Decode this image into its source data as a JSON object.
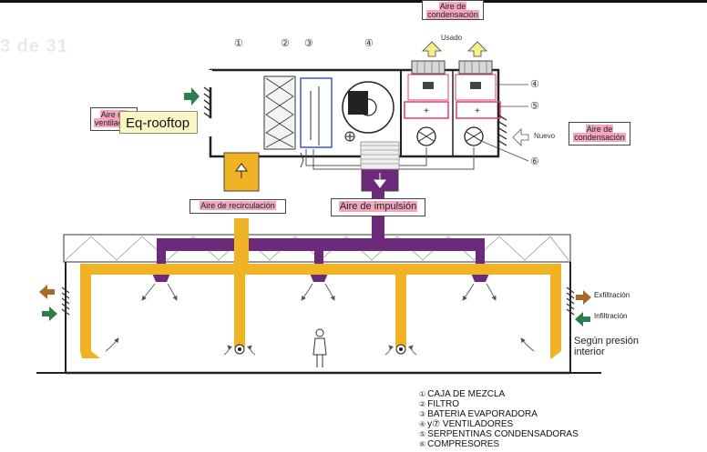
{
  "slide": {
    "counter": "3 de 31"
  },
  "tooltip": {
    "text": "Eq-rooftop"
  },
  "labels": {
    "top_condensacion": [
      "Aire de",
      "condensación"
    ],
    "usado": "Usado",
    "nuevo": "Nuevo",
    "right_condensacion": [
      "Aire de",
      "condensación"
    ],
    "aire_ventilacion": [
      "Aire de",
      "ventilación"
    ],
    "recirculacion": "Aire de recirculación",
    "impulsion": "Aire de impulsión",
    "exfiltracion": "Exfiltración",
    "infiltracion": "Infiltración",
    "presion": [
      "Según presión",
      "interior"
    ]
  },
  "component_numbers": {
    "n1": "①",
    "n2": "②",
    "n3": "③",
    "n4_fan": "④",
    "n4_right": "④",
    "n5_right": "⑤",
    "n6_right": "⑥"
  },
  "legend": [
    {
      "num": "①",
      "text": "CAJA DE MEZCLA"
    },
    {
      "num": "②",
      "text": "FILTRO"
    },
    {
      "num": "③",
      "text": "BATERIA EVAPORADORA"
    },
    {
      "num": "④",
      "text": "y⑦ VENTILADORES"
    },
    {
      "num": "⑤",
      "text": "SERPENTINAS CONDENSADORAS"
    },
    {
      "num": "⑥",
      "text": "COMPRESORES"
    }
  ],
  "colors": {
    "recirculation": "#f0b323",
    "supply": "#6b2a7a",
    "infiltration": "#2f7d4a",
    "exfiltration": "#a86a2a",
    "intake_arrow": "#f5ee8a",
    "label_highlight": "#f3a6bd"
  }
}
